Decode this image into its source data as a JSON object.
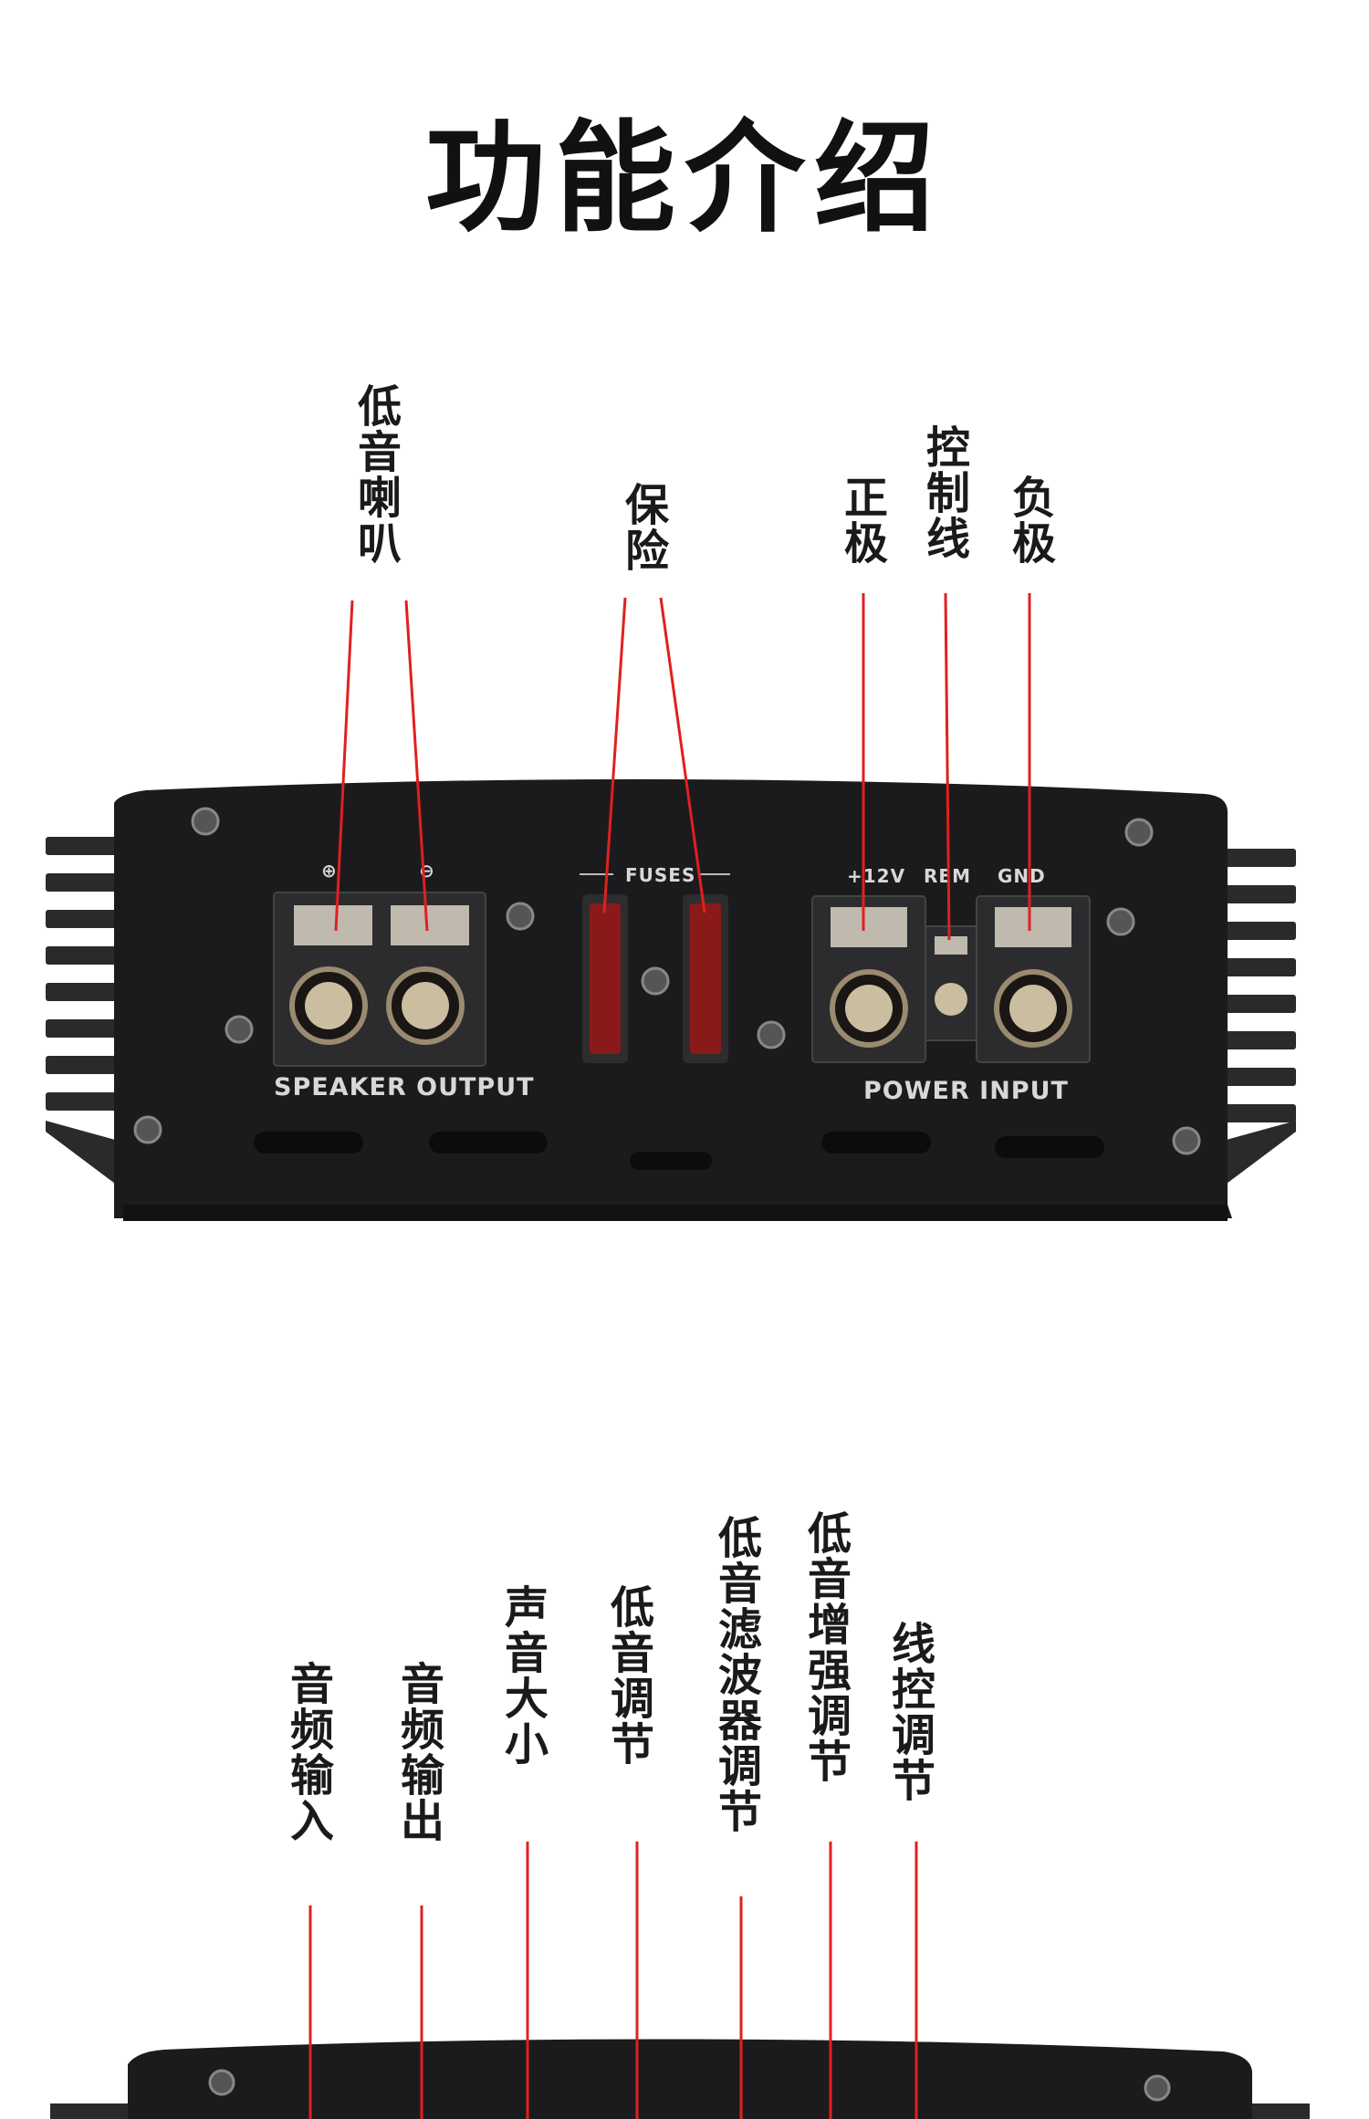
{
  "title": "功能介绍",
  "top_labels": {
    "bass_speaker": "低音喇叭",
    "fuse": "保险",
    "positive": "正极",
    "control_wire": "控制线",
    "negative": "负极"
  },
  "device_top": {
    "speaker_output": "SPEAKER OUTPUT",
    "power_input": "POWER INPUT",
    "fuses": "FUSES",
    "plus_12v": "+12V",
    "rem": "REM",
    "gnd": "GND",
    "plus_symbol": "⊕",
    "minus_symbol": "⊖"
  },
  "bottom_labels": {
    "audio_in": "音频输入",
    "audio_out": "音频输出",
    "volume": "声音大小",
    "bass_adjust": "低音调节",
    "bass_filter": "低音滤波器调节",
    "bass_boost": "低音增强调节",
    "remote_adjust": "线控调节"
  },
  "colors": {
    "callout_line": "#e0201f",
    "panel": "#1b1b1d",
    "heatsink": "#2a2a2c",
    "fuse_red": "#8a1a1a"
  }
}
